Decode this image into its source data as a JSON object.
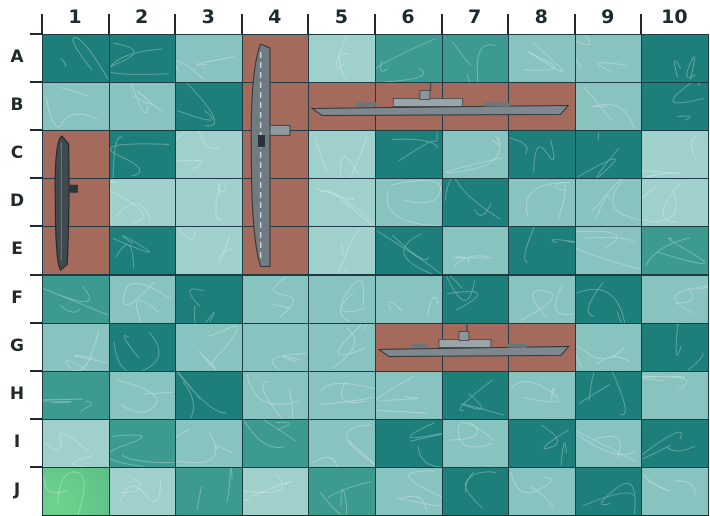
{
  "columns": [
    "1",
    "2",
    "3",
    "4",
    "5",
    "6",
    "7",
    "8",
    "9",
    "10"
  ],
  "rows": [
    "A",
    "B",
    "C",
    "D",
    "E",
    "F",
    "G",
    "H",
    "I",
    "J"
  ],
  "palette": {
    "dark": "#1e7f7a",
    "mid": "#3d9a8f",
    "light": "#89c3c0",
    "pale": "#9fd0cc",
    "green": "#5cbf88",
    "ship_cell": "#a46a5c",
    "grid_line": "#1d3b44"
  },
  "cell_shades": [
    [
      "dark",
      "dark",
      "light",
      "ship",
      "pale",
      "mid",
      "mid",
      "light",
      "light",
      "dark"
    ],
    [
      "light",
      "light",
      "dark",
      "ship",
      "ship",
      "ship",
      "ship",
      "ship",
      "light",
      "dark"
    ],
    [
      "ship",
      "dark",
      "pale",
      "ship",
      "pale",
      "dark",
      "light",
      "dark",
      "dark",
      "pale"
    ],
    [
      "ship",
      "pale",
      "pale",
      "ship",
      "pale",
      "light",
      "dark",
      "light",
      "light",
      "pale"
    ],
    [
      "ship",
      "dark",
      "pale",
      "ship",
      "pale",
      "dark",
      "light",
      "dark",
      "light",
      "mid"
    ],
    [
      "mid",
      "light",
      "dark",
      "light",
      "light",
      "light",
      "dark",
      "light",
      "dark",
      "light"
    ],
    [
      "light",
      "dark",
      "light",
      "light",
      "light",
      "ship",
      "ship",
      "ship",
      "light",
      "dark"
    ],
    [
      "mid",
      "light",
      "dark",
      "light",
      "light",
      "light",
      "dark",
      "light",
      "dark",
      "light"
    ],
    [
      "pale",
      "mid",
      "light",
      "mid",
      "light",
      "dark",
      "light",
      "dark",
      "light",
      "dark"
    ],
    [
      "green",
      "pale",
      "mid",
      "pale",
      "mid",
      "light",
      "dark",
      "light",
      "dark",
      "light"
    ]
  ],
  "ships": [
    {
      "name": "submarine",
      "orientation": "vertical",
      "start": "C1",
      "end": "E1",
      "length": 3
    },
    {
      "name": "aircraft-carrier",
      "orientation": "vertical",
      "start": "A4",
      "end": "E4",
      "length": 5
    },
    {
      "name": "battleship",
      "orientation": "horizontal",
      "start": "B5",
      "end": "B8",
      "length": 4
    },
    {
      "name": "destroyer",
      "orientation": "horizontal",
      "start": "G6",
      "end": "G8",
      "length": 3
    }
  ],
  "icons": {
    "submarine": "submarine-icon",
    "aircraft-carrier": "aircraft-carrier-icon",
    "battleship": "battleship-icon",
    "destroyer": "destroyer-icon"
  }
}
